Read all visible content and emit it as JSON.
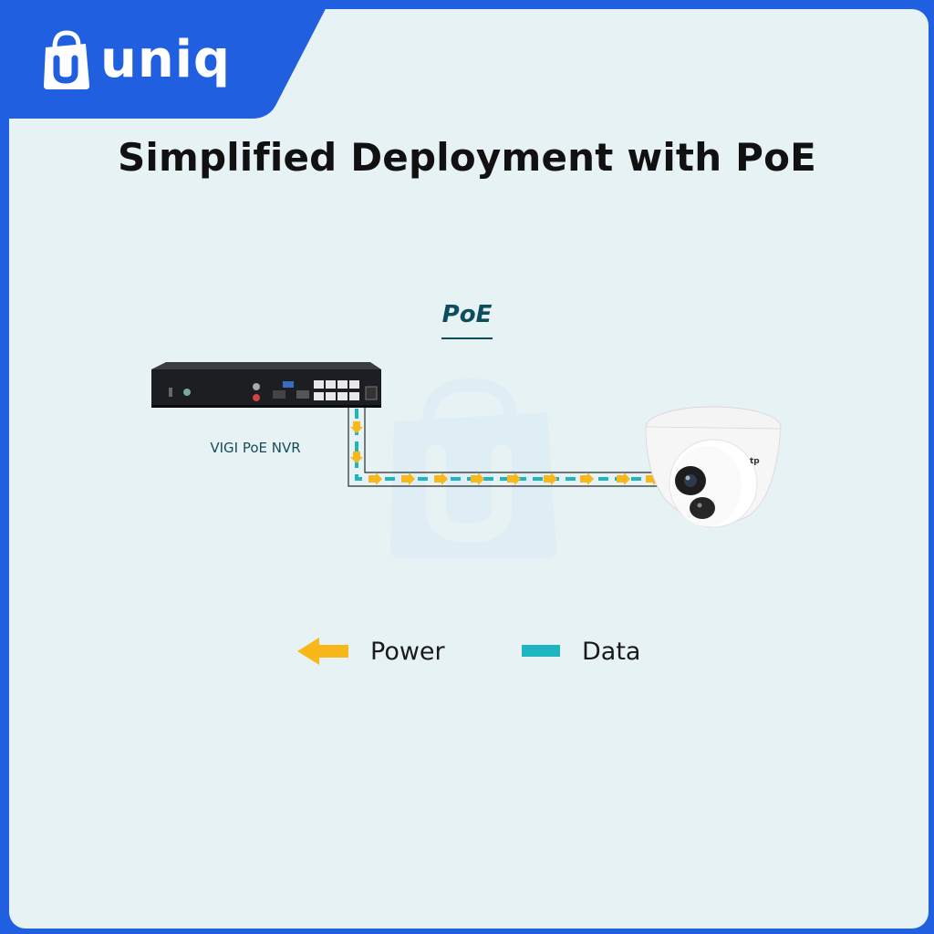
{
  "brand": {
    "logo_text": "uniq",
    "logo_icon": "shopping-bag-icon",
    "colors": {
      "brand_blue": "#1f5fe0",
      "panel_bg": "#e7f2f5",
      "power_yellow": "#f9b81a",
      "data_teal": "#1fb5bf"
    }
  },
  "title": "Simplified Deployment with PoE",
  "diagram": {
    "link_label": "PoE",
    "source_device": {
      "label": "VIGI PoE NVR",
      "icon": "nvr-device-icon"
    },
    "target_device": {
      "icon": "turret-camera-icon"
    }
  },
  "legend": [
    {
      "label": "Power",
      "icon": "arrow-left-icon",
      "color": "#f9b81a"
    },
    {
      "label": "Data",
      "icon": "dash-icon",
      "color": "#1fb5bf"
    }
  ]
}
